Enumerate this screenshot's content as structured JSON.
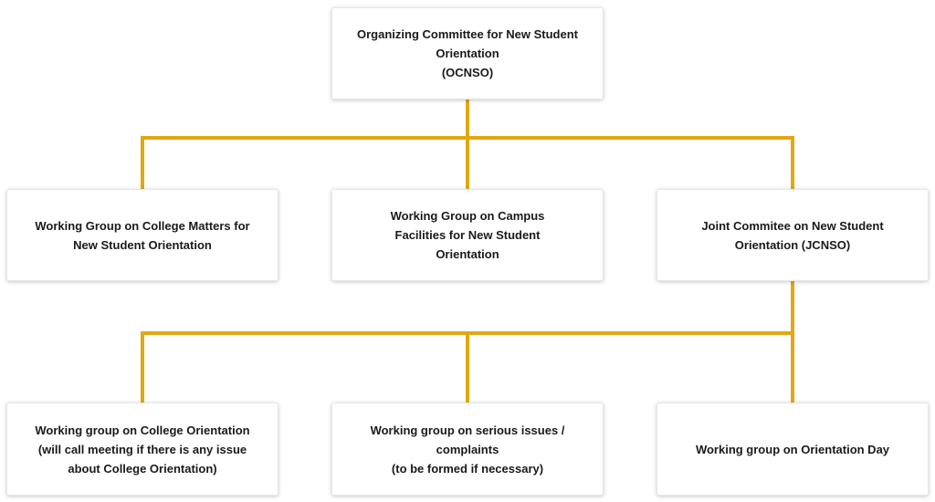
{
  "colors": {
    "connector": "#E2A812",
    "node_background": "#FFFFFF",
    "text": "#1A1A1A"
  },
  "diagram": {
    "root": {
      "label": "Organizing Committee for New Student\nOrientation\n(OCNSO)"
    },
    "level1": [
      {
        "label": "Working Group on College Matters for\nNew Student Orientation"
      },
      {
        "label": "Working Group on Campus\nFacilities for New Student\nOrientation"
      },
      {
        "label": "Joint Commitee on New Student\nOrientation (JCNSO)"
      }
    ],
    "level2": [
      {
        "label": "Working group on College Orientation\n(will call meeting if there is any issue\nabout College Orientation)"
      },
      {
        "label": "Working group on serious issues /\ncomplaints\n(to be formed if necessary)"
      },
      {
        "label": "Working group on Orientation Day"
      }
    ]
  }
}
